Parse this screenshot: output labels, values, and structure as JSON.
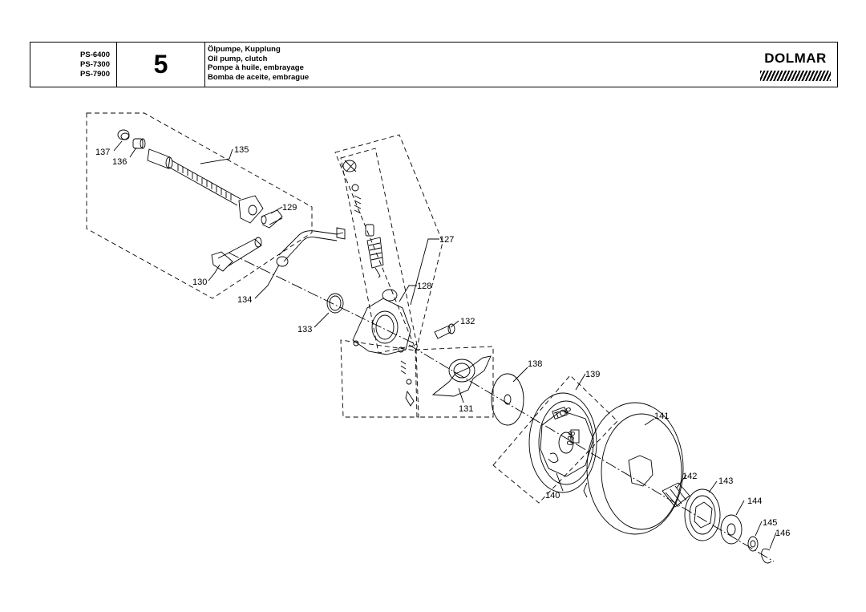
{
  "header": {
    "models": [
      "PS-6400",
      "PS-7300",
      "PS-7900"
    ],
    "page_number": "5",
    "titles": [
      "Ölpumpe, Kupplung",
      "Oil pump, clutch",
      "Pompe à huile, embrayage",
      "Bomba de aceite, embrague"
    ],
    "brand": "DOLMAR"
  },
  "callouts": {
    "c127": "127",
    "c128": "128",
    "c129": "129",
    "c130": "130",
    "c131": "131",
    "c132": "132",
    "c133": "133",
    "c134": "134",
    "c135": "135",
    "c136": "136",
    "c137": "137",
    "c138": "138",
    "c139": "139",
    "c140": "140",
    "c141": "141",
    "c142": "142",
    "c143": "143",
    "c144": "144",
    "c145": "145",
    "c146": "146"
  },
  "inline_marks": {
    "top": "TOP",
    "code": "038"
  }
}
